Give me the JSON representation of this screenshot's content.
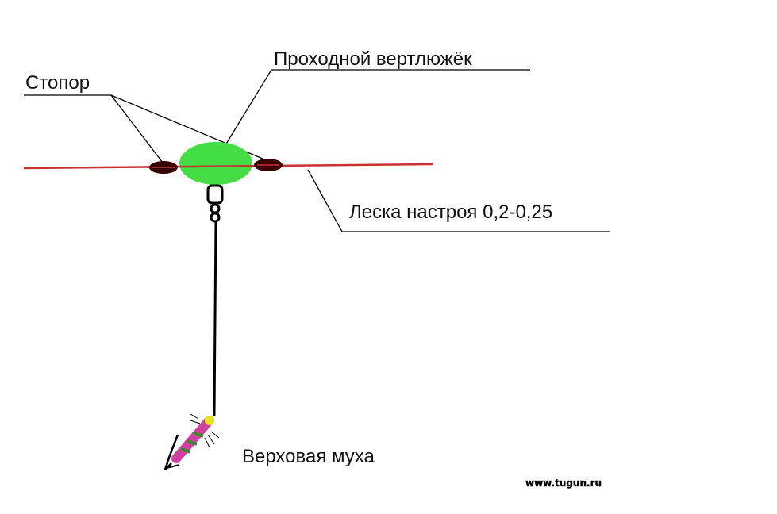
{
  "labels": {
    "stopper": "Стопор",
    "swivel": "Проходной вертлюжёк",
    "line": "Леска настроя 0,2-0,25",
    "fly": "Верховая муха"
  },
  "watermark": "www.tugun.ru",
  "colors": {
    "line": "#c83232",
    "float": "#44dd44",
    "stopper": "#3a0000",
    "leader": "#000000",
    "fly_body": "#d040a0",
    "fly_rib": "#3a8a2a",
    "fly_head": "#e8e020"
  }
}
